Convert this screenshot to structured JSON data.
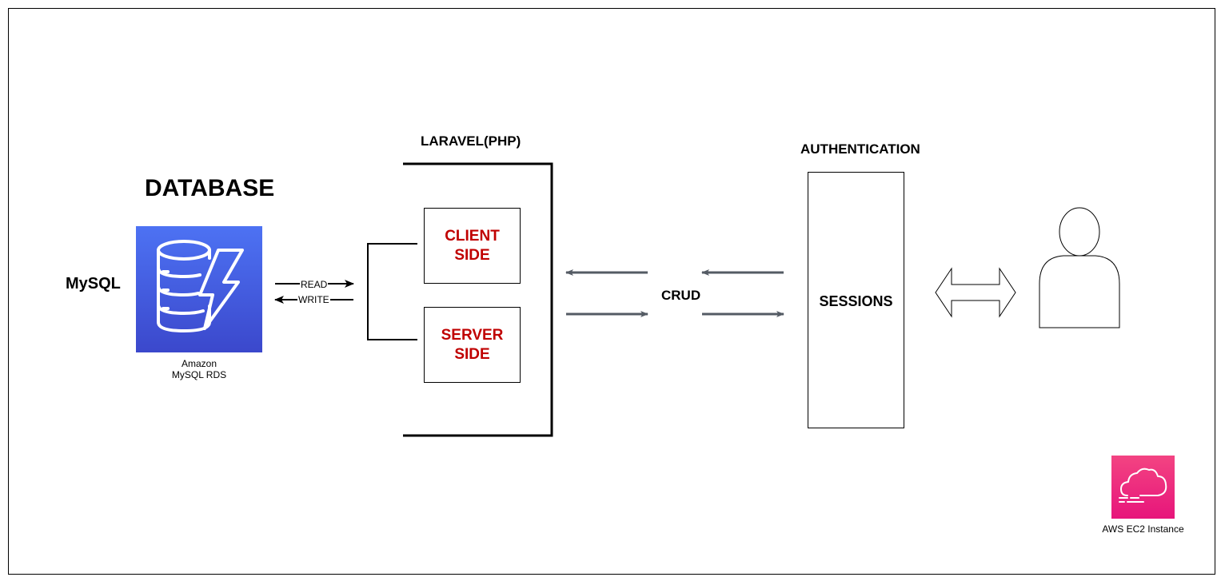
{
  "database": {
    "title": "DATABASE",
    "engine_label": "MySQL",
    "icon_caption_line1": "Amazon",
    "icon_caption_line2": "MySQL RDS",
    "icon": "amazon-dynamodb-icon",
    "icon_color": "#3b48cc"
  },
  "connection": {
    "read_label": "READ",
    "write_label": "WRITE"
  },
  "framework": {
    "title": "LARAVEL(PHP)",
    "client_line1": "CLIENT",
    "client_line2": "SIDE",
    "server_line1": "SERVER",
    "server_line2": "SIDE",
    "side_text_color": "#c00000"
  },
  "crud": {
    "label": "CRUD",
    "arrow_color": "#545b64"
  },
  "auth": {
    "title": "AUTHENTICATION",
    "box_label": "SESSIONS"
  },
  "user": {
    "icon": "user-icon"
  },
  "ec2": {
    "caption": "AWS EC2 Instance",
    "icon": "cloud-icon",
    "icon_color": "#e7157b"
  }
}
